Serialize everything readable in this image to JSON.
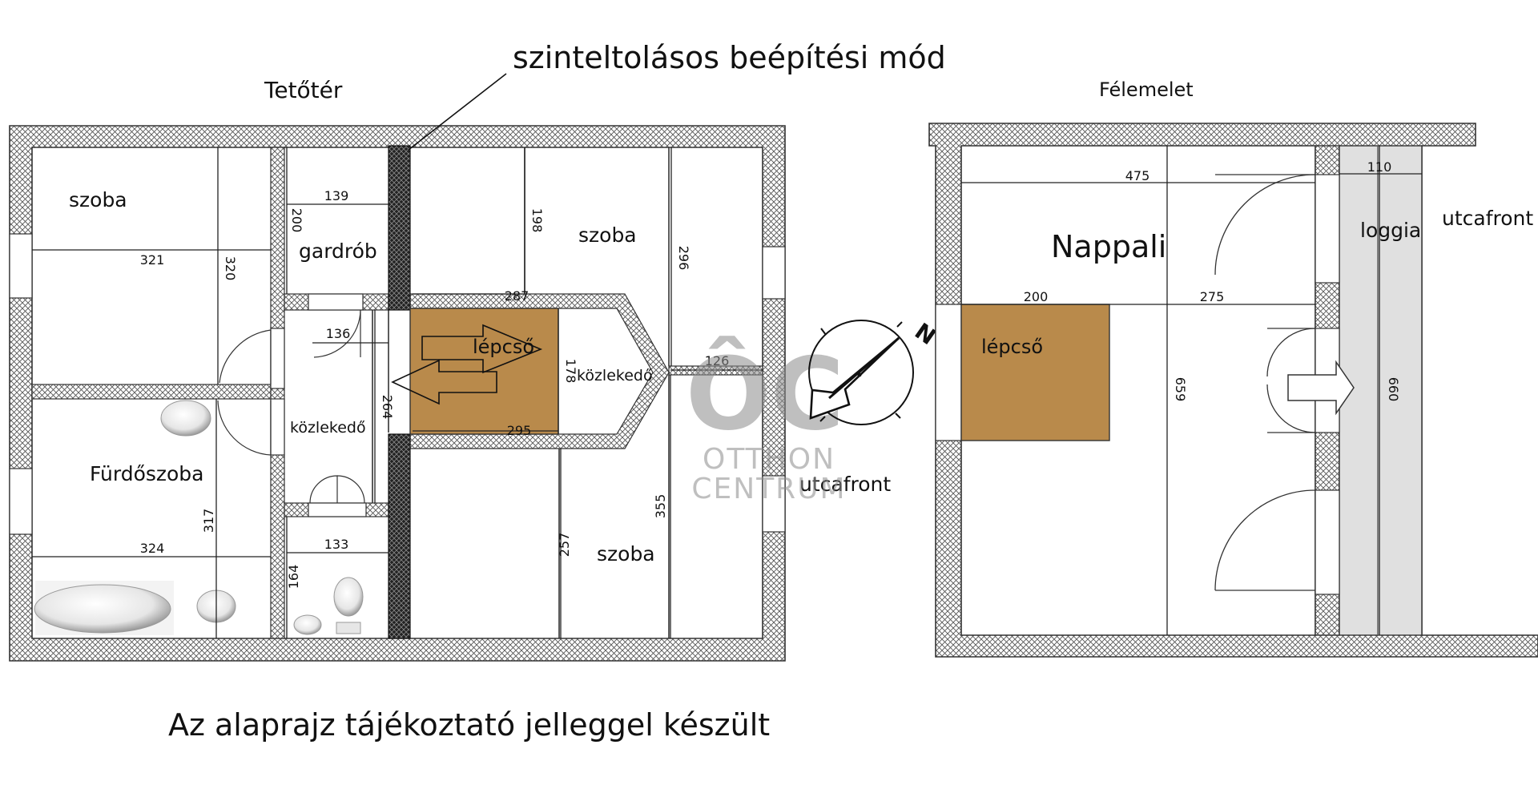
{
  "annotation": {
    "title": "szinteltolásos beépítési mód"
  },
  "footer": {
    "note": "Az alaprajz tájékoztató jelleggel készült"
  },
  "logo": {
    "mark": "ÔC",
    "line1": "OTTHON",
    "line2": "CENTRUM"
  },
  "colors": {
    "stair": "#B98A4B",
    "loggia": "#E0E0E0",
    "wall_hatch": "#555555",
    "logo": "#8c8c8c"
  },
  "floors": {
    "attic": {
      "label": "Tetőtér",
      "rooms": {
        "szoba_nw": "szoba",
        "gardrob": "gardrób",
        "szoba_n": "szoba",
        "kozlekedo_w": "közlekedő",
        "lepcso": "lépcső",
        "kozlekedo_e": "közlekedő",
        "furdo": "Fürdőszoba",
        "szoba_s": "szoba",
        "utcafront": "utcafront"
      },
      "dimensions": {
        "d321": "321",
        "d320": "320",
        "d139": "139",
        "d200": "200",
        "d198": "198",
        "d296": "296",
        "d287": "287",
        "d136": "136",
        "d264": "264",
        "d178": "178",
        "d126": "126",
        "d295": "295",
        "d324": "324",
        "d317": "317",
        "d133": "133",
        "d164": "164",
        "d257": "257",
        "d355": "355"
      }
    },
    "mezzanine": {
      "label": "Félemelet",
      "rooms": {
        "nappali": "Nappali",
        "lepcso": "lépcső",
        "loggia": "loggia",
        "utcafront": "utcafront"
      },
      "dimensions": {
        "d475": "475",
        "d110": "110",
        "d200": "200",
        "d275": "275",
        "d659": "659",
        "d660": "660"
      }
    }
  },
  "compass": {
    "north": "N"
  }
}
